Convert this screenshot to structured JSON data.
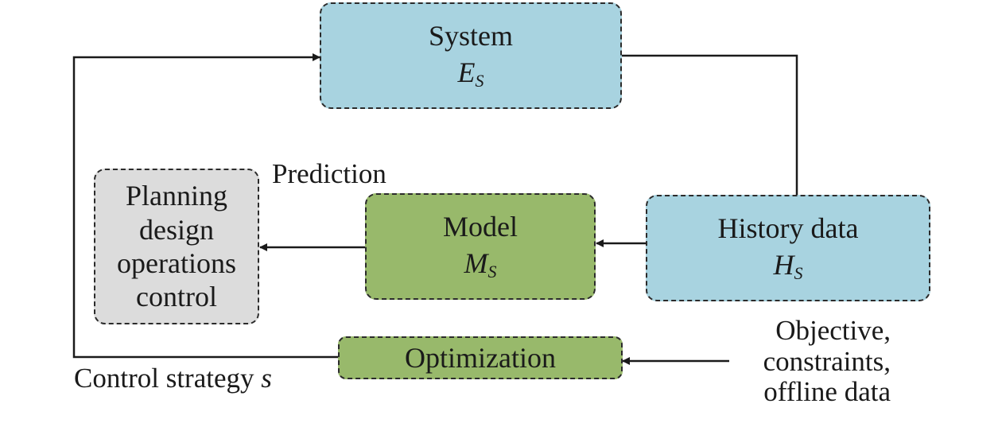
{
  "colors": {
    "system_fill": "#a8d3e0",
    "history_fill": "#a8d3e0",
    "model_fill": "#98b96b",
    "optimization_fill": "#98b96b",
    "planning_fill": "#dcdcdc",
    "line": "#1a1a1a"
  },
  "nodes": {
    "system": {
      "title": "System",
      "symbol": "E",
      "subscript": "S"
    },
    "model": {
      "title": "Model",
      "symbol": "M",
      "subscript": "S"
    },
    "history": {
      "title": "History data",
      "symbol": "H",
      "subscript": "S"
    },
    "planning": {
      "lines": [
        "Planning",
        "design",
        "operations",
        "control"
      ]
    },
    "optimization": {
      "title": "Optimization"
    }
  },
  "labels": {
    "prediction": "Prediction",
    "control_strategy": "Control strategy ",
    "control_strategy_symbol": "s",
    "objective_lines": [
      "Objective,",
      "constraints,",
      "offline data"
    ]
  }
}
